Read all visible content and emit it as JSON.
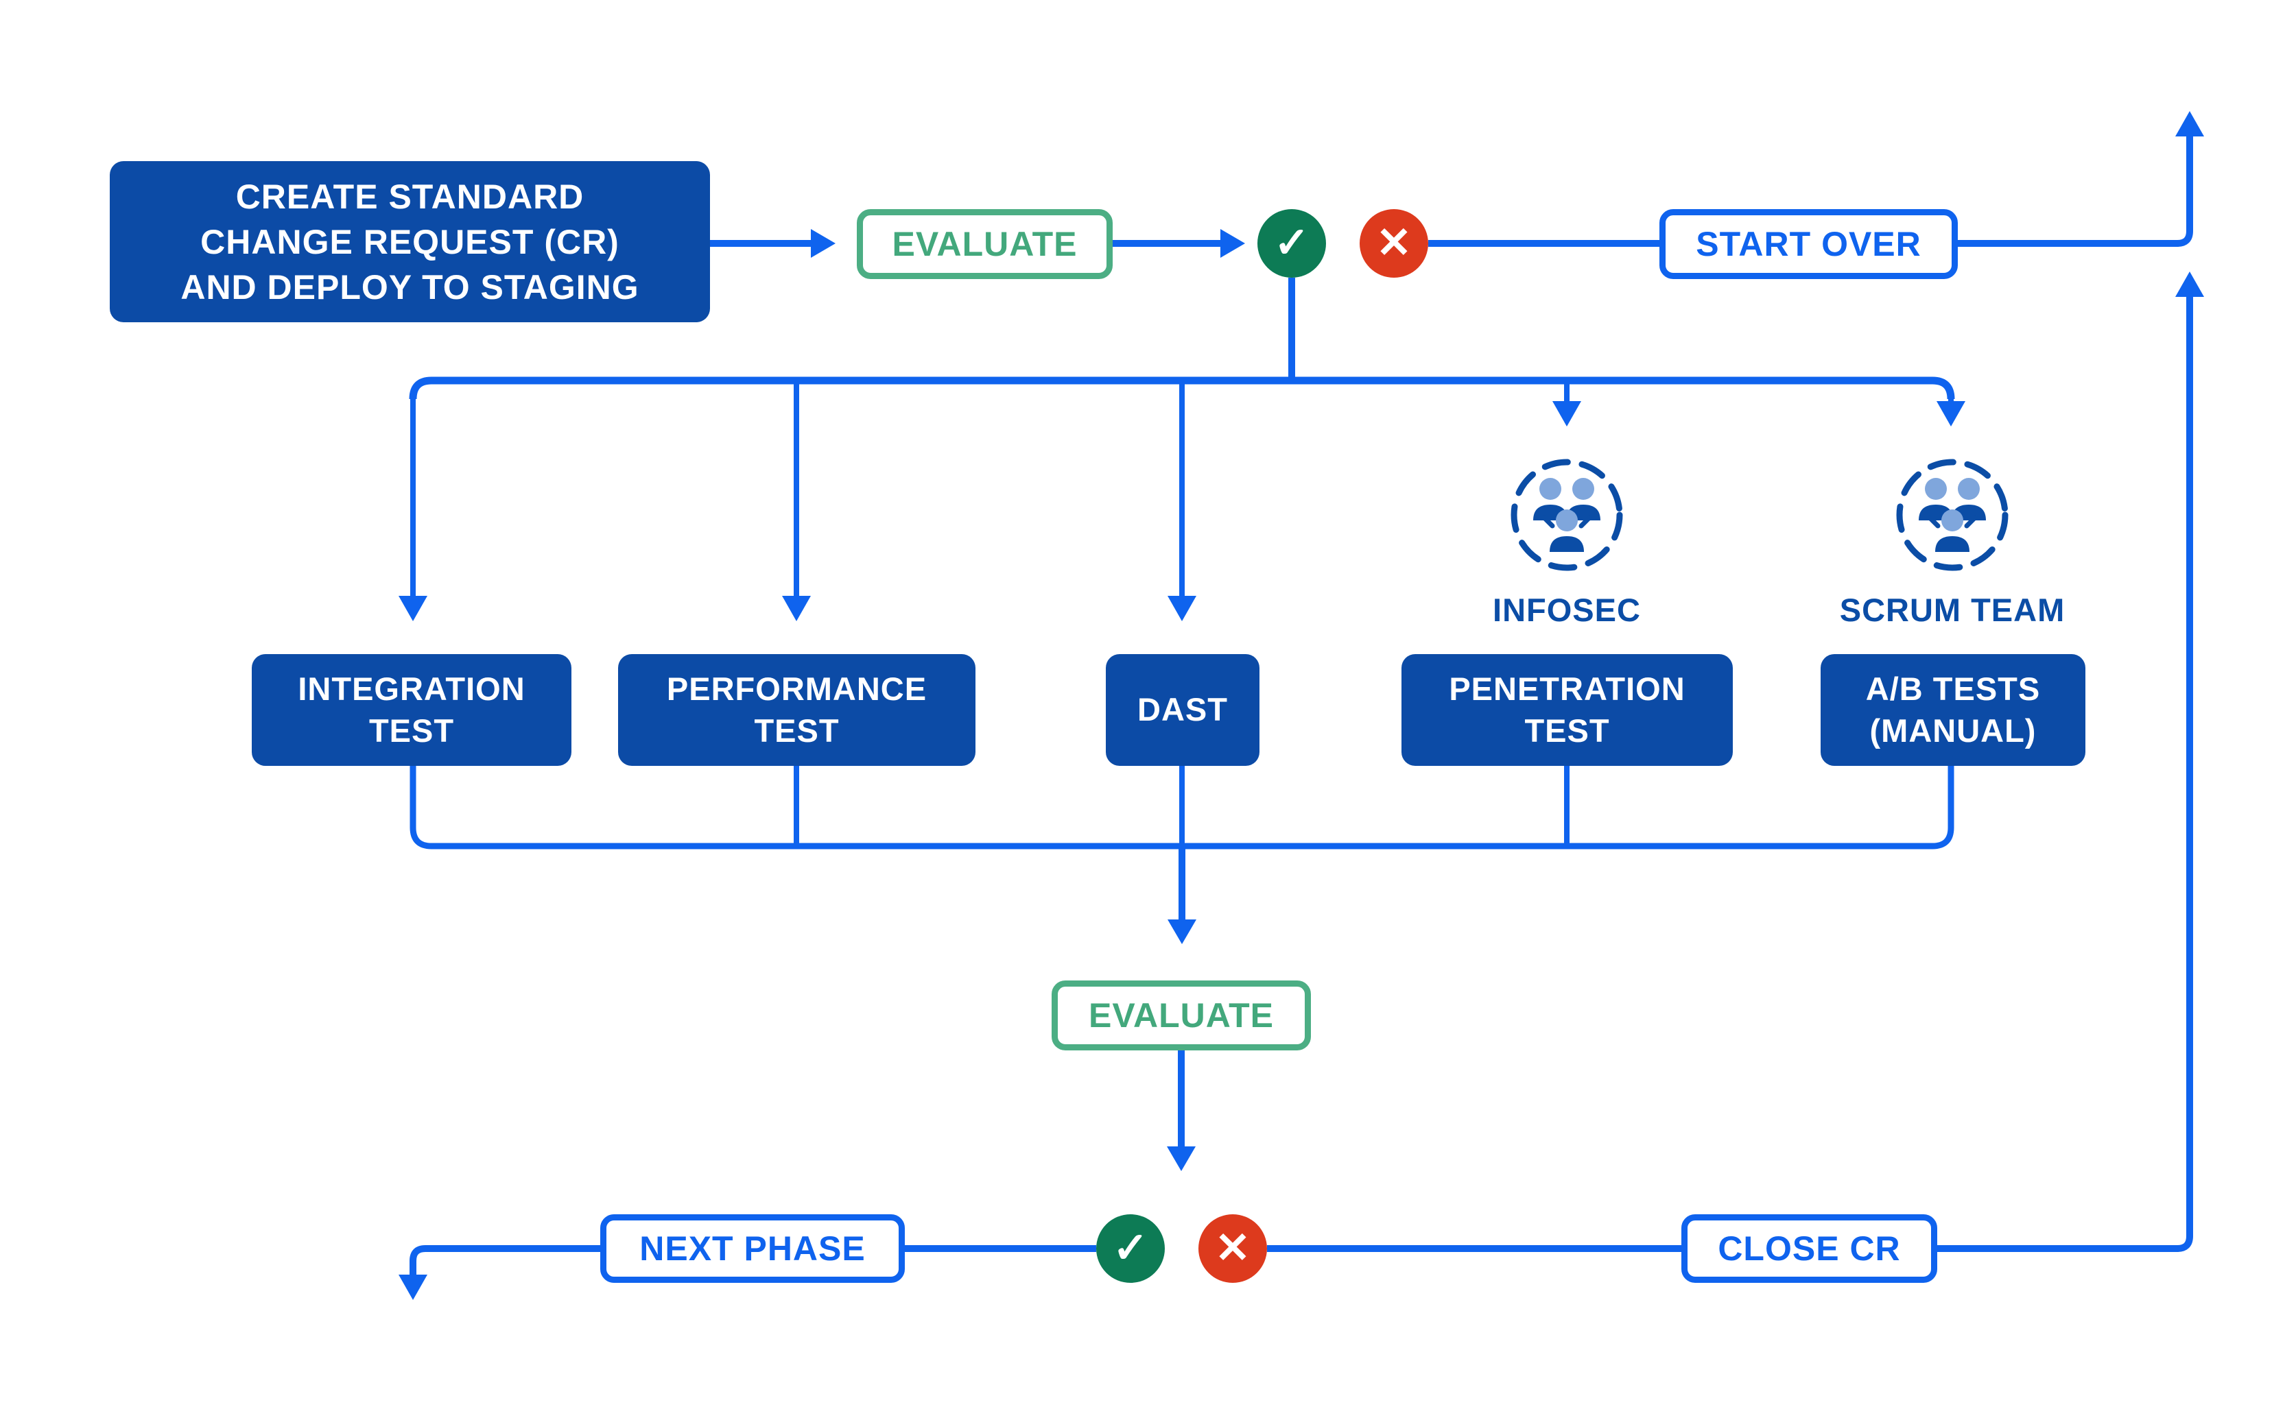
{
  "palette": {
    "line_blue": "#0f63ee",
    "box_blue": "#0c4ba6",
    "outline_green": "#4cae84",
    "green_text": "#43a87c",
    "pass_green": "#0d7b55",
    "fail_red": "#dd3a1d",
    "icon_navy": "#0b4da6",
    "icon_head_blue": "#7fa6dc",
    "box_text": "#ffffff"
  },
  "icons": {
    "pass": "✓",
    "fail": "✕"
  },
  "nodes": {
    "create_cr": {
      "label": "CREATE STANDARD\nCHANGE REQUEST (CR)\nAND DEPLOY TO STAGING"
    },
    "evaluate_top": {
      "label": "EVALUATE"
    },
    "start_over": {
      "label": "START OVER"
    },
    "integration_test": {
      "label": "INTEGRATION\nTEST"
    },
    "performance_test": {
      "label": "PERFORMANCE\nTEST"
    },
    "dast": {
      "label": "DAST"
    },
    "penetration_test": {
      "label": "PENETRATION\nTEST"
    },
    "ab_tests": {
      "label": "A/B TESTS\n(MANUAL)"
    },
    "infosec": {
      "label": "INFOSEC"
    },
    "scrum_team": {
      "label": "SCRUM TEAM"
    },
    "evaluate_bottom": {
      "label": "EVALUATE"
    },
    "next_phase": {
      "label": "NEXT PHASE"
    },
    "close_cr": {
      "label": "CLOSE CR"
    }
  }
}
